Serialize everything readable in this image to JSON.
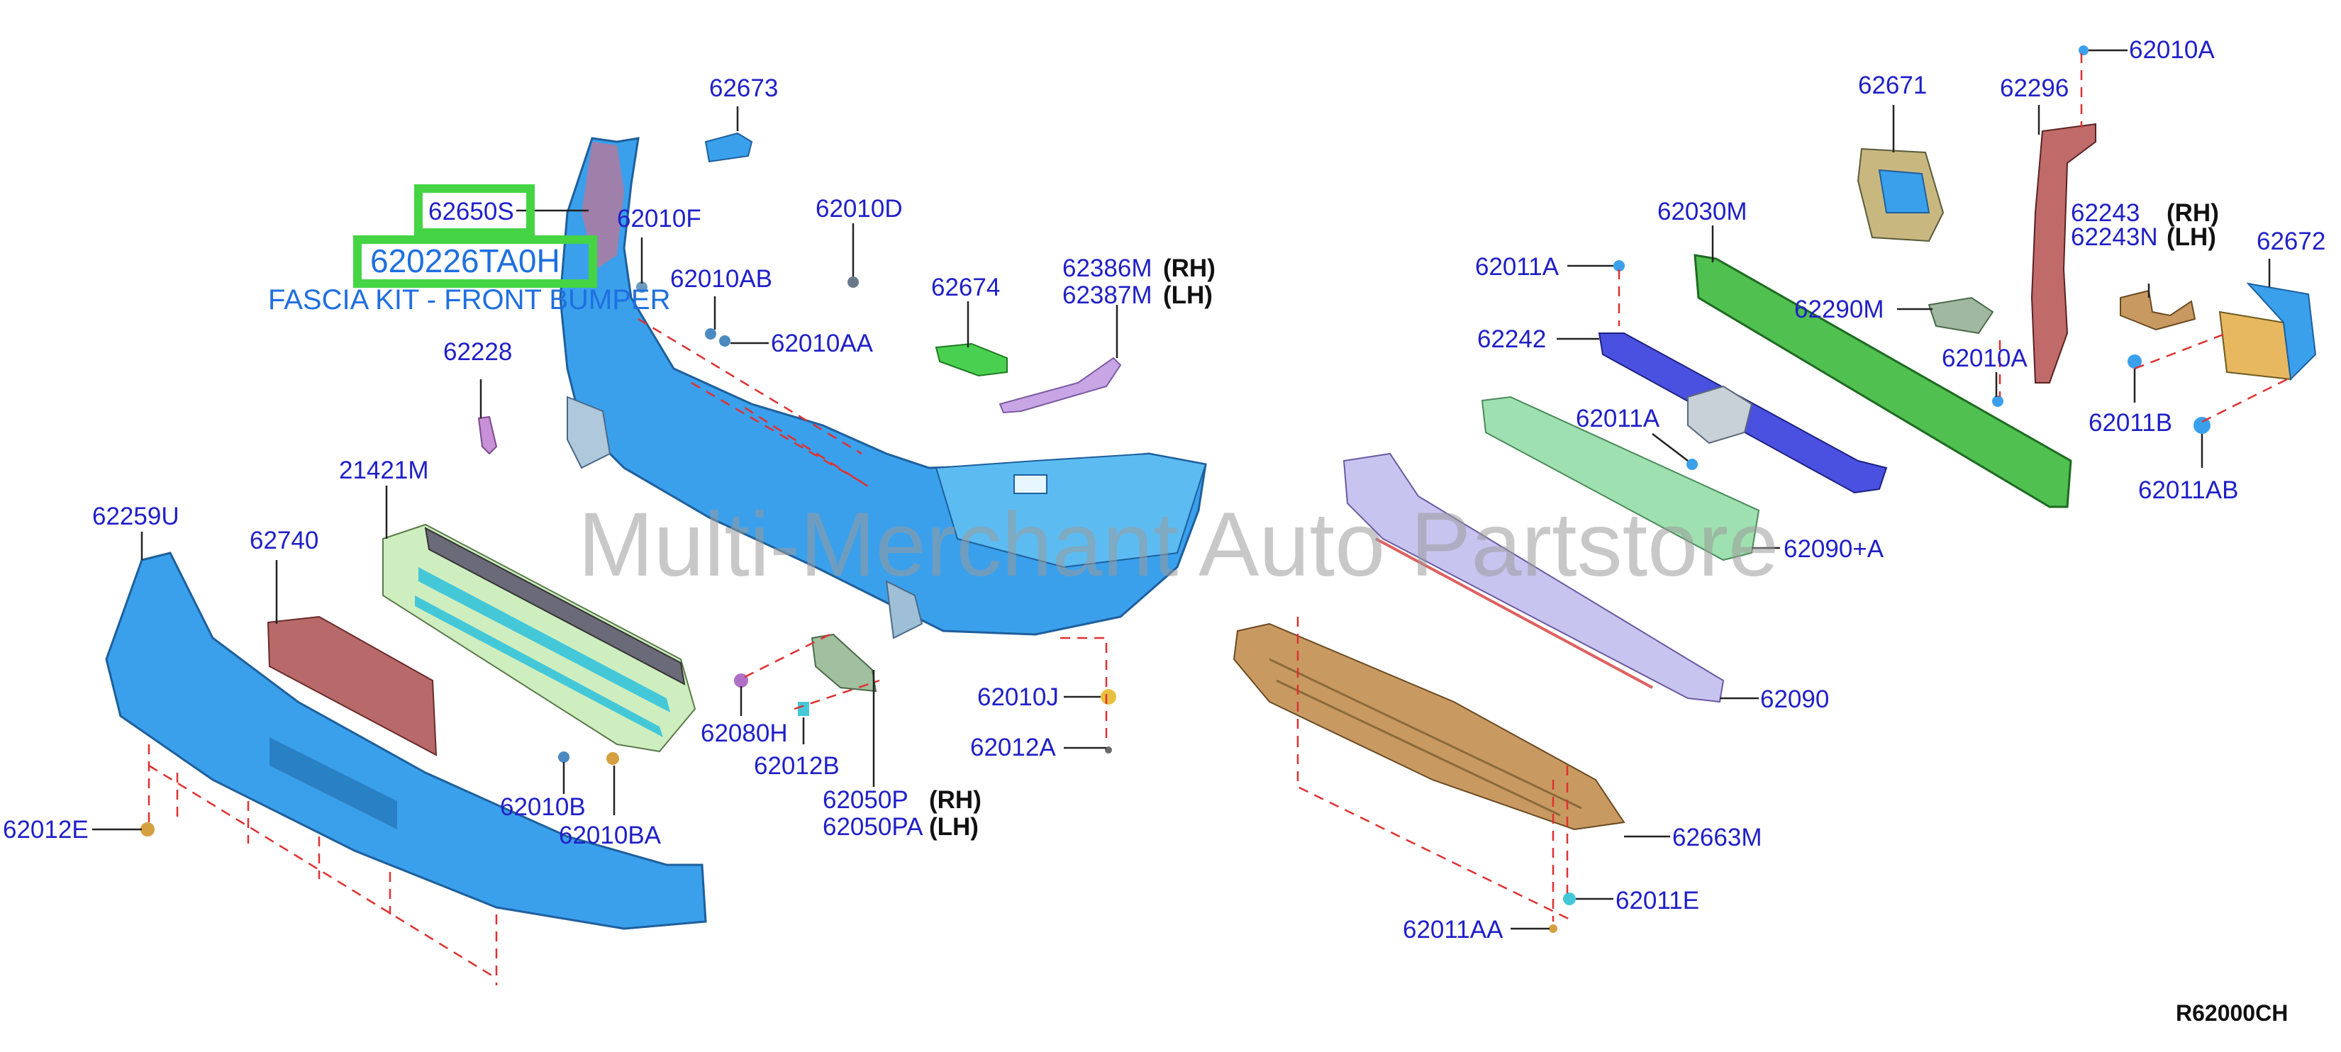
{
  "diagram": {
    "reference_code": "R62000CH",
    "watermark": "Multi-Merchant Auto Partstore",
    "highlighted": {
      "part_62650S": "62650S",
      "kit_number": "620226TA0H",
      "kit_description": "FASCIA KIT - FRONT BUMPER"
    },
    "side_labels": {
      "rh": "(RH)",
      "lh": "(LH)"
    },
    "callouts": {
      "p62673": "62673",
      "p62010F": "62010F",
      "p62010D": "62010D",
      "p62010AB": "62010AB",
      "p62010AA": "62010AA",
      "p62674": "62674",
      "p62386M": "62386M",
      "p62387M": "62387M",
      "p62228": "62228",
      "p21421M": "21421M",
      "p62259U": "62259U",
      "p62740": "62740",
      "p62080H": "62080H",
      "p62012B": "62012B",
      "p62050P": "62050P",
      "p62050PA": "62050PA",
      "p62010B": "62010B",
      "p62010BA": "62010BA",
      "p62012E": "62012E",
      "p62010J": "62010J",
      "p62012A": "62012A",
      "p62671": "62671",
      "p62296": "62296",
      "p62010A_top": "62010A",
      "p62030M": "62030M",
      "p62243": "62243",
      "p62243N": "62243N",
      "p62672": "62672",
      "p62011A_top": "62011A",
      "p62290M": "62290M",
      "p62242": "62242",
      "p62010A_mid": "62010A",
      "p62011B": "62011B",
      "p62011A_mid": "62011A",
      "p62011AB": "62011AB",
      "p62090A": "62090+A",
      "p62090": "62090",
      "p62663M": "62663M",
      "p62011E": "62011E",
      "p62011AA": "62011AA"
    }
  }
}
